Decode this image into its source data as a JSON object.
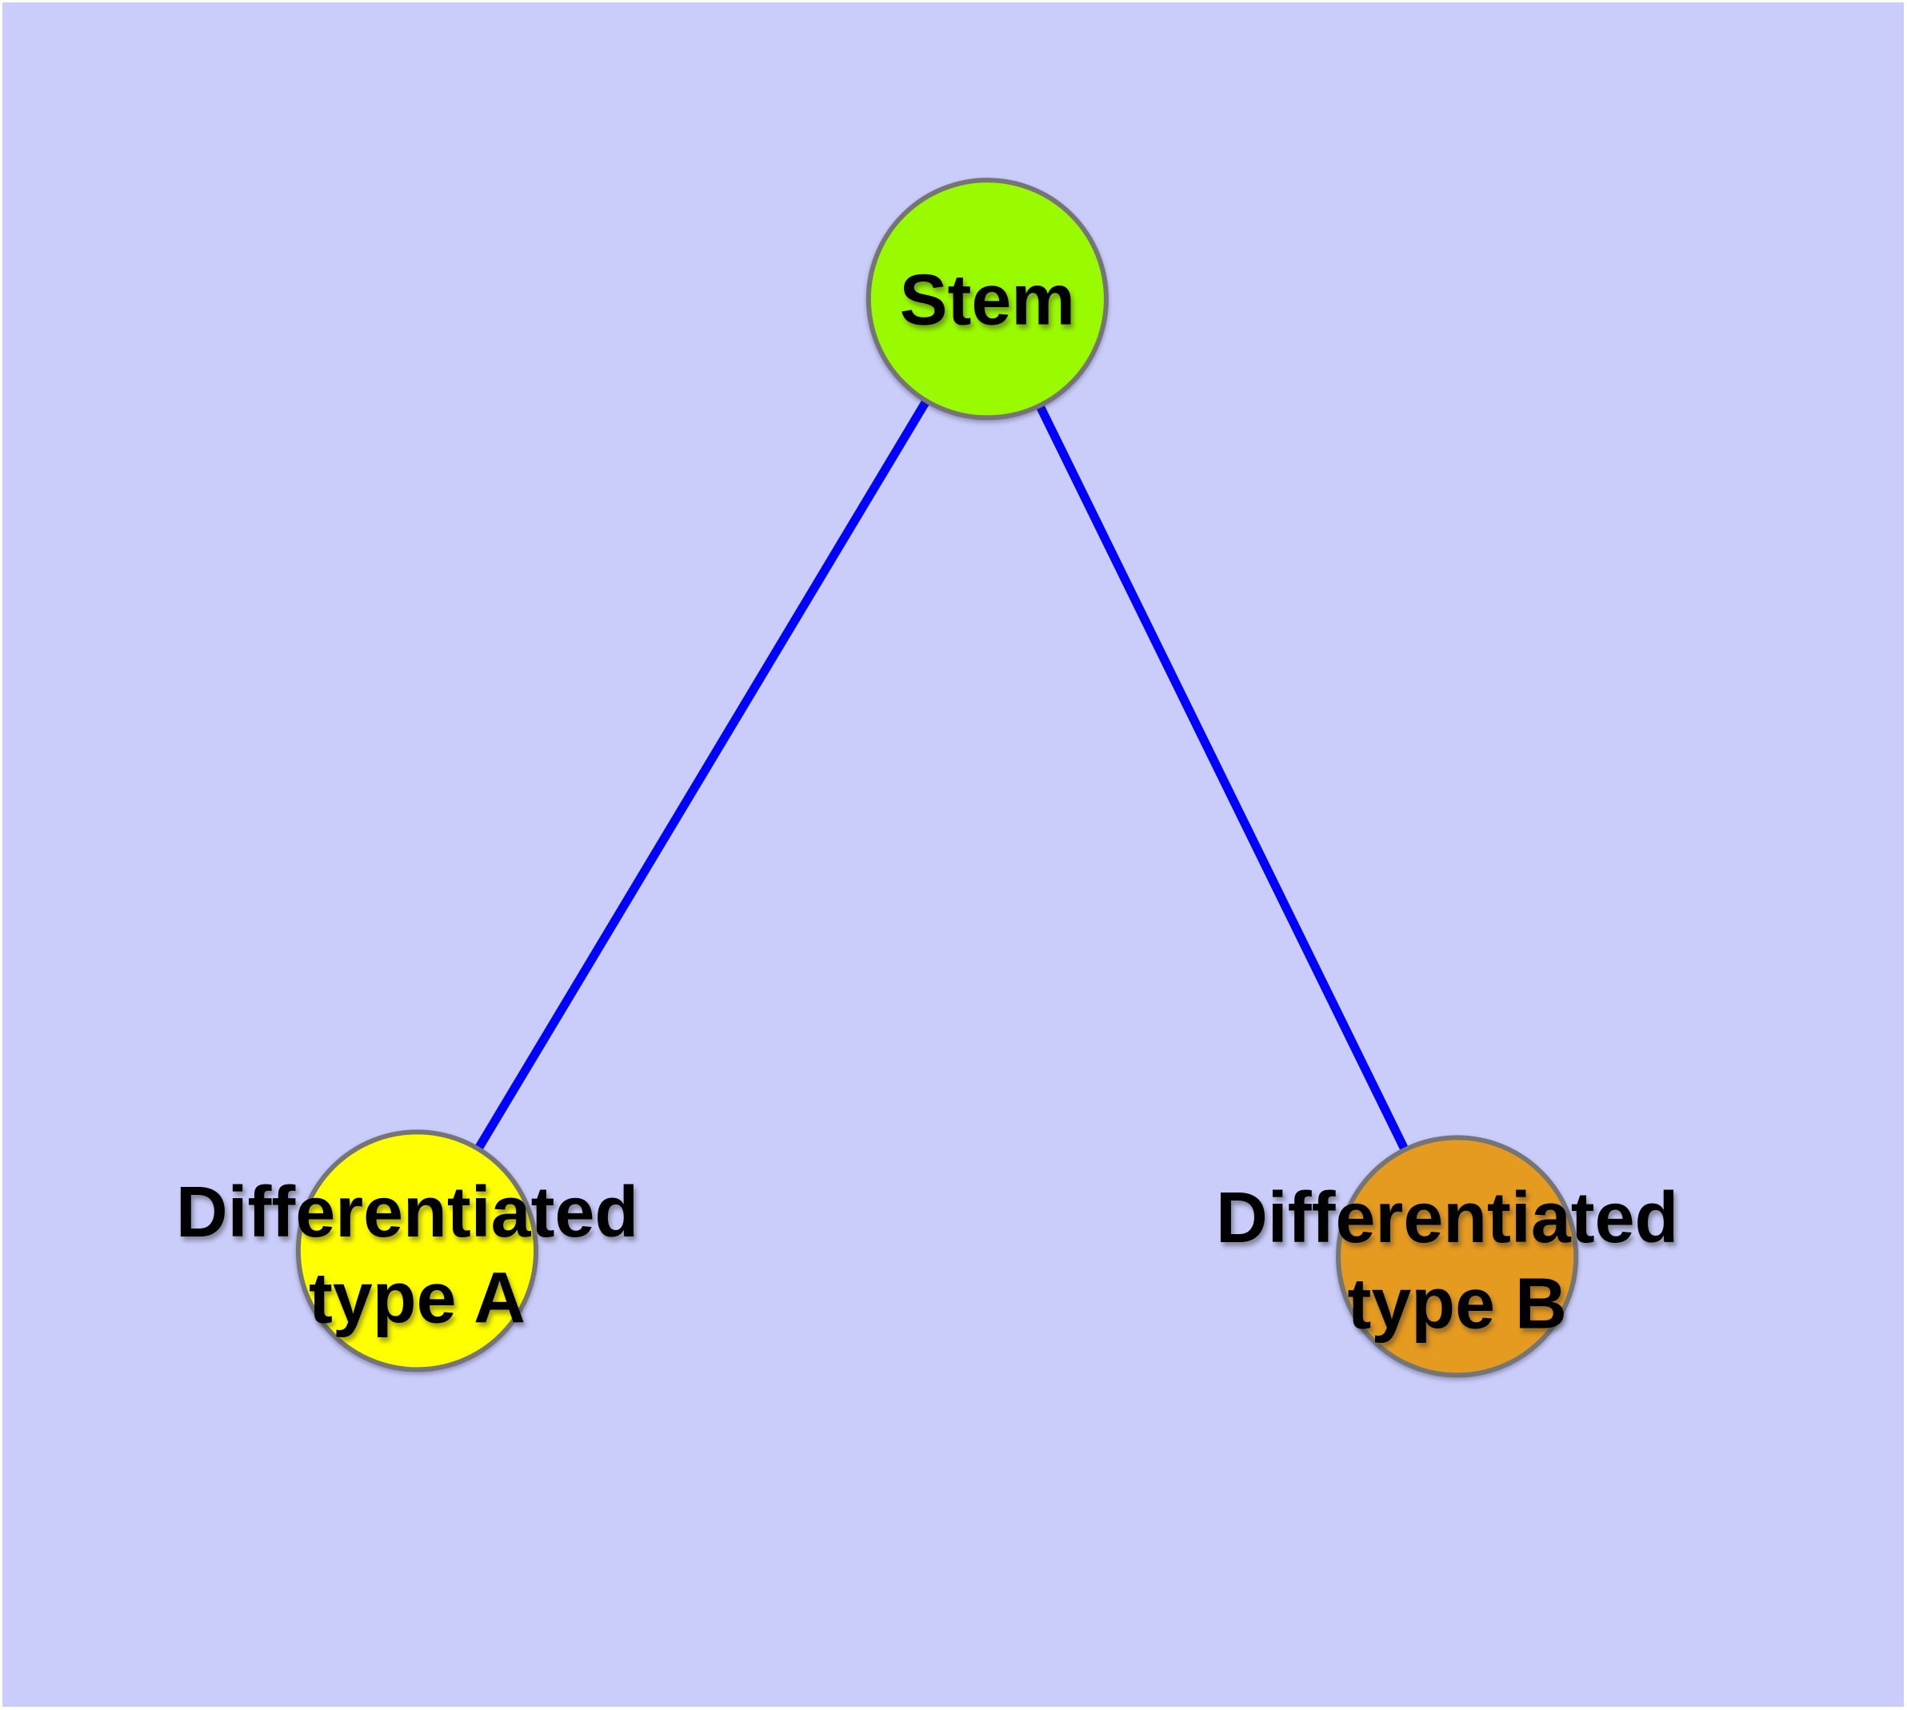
{
  "figure": {
    "background_color": "#CACCFA",
    "page_edge_color": "#FFFFFF",
    "text_color": "#000000"
  },
  "nodes": [
    {
      "id": "stem",
      "label": "Stem",
      "fill": "#9AFA00",
      "stroke": "#757575"
    },
    {
      "id": "differentiated-type-a",
      "label": "Differentiated type A",
      "label_line1": "Differentiated",
      "label_line2": "type A",
      "fill": "#FFFF00",
      "stroke": "#757575"
    },
    {
      "id": "differentiated-type-b",
      "label": "Differentiated type B",
      "label_line1": "Differentiated",
      "label_line2": "type B",
      "fill": "#E59A20",
      "stroke": "#757575"
    }
  ],
  "edges": [
    {
      "from": "stem",
      "to": "differentiated-type-a",
      "color": "#0000FF"
    },
    {
      "from": "stem",
      "to": "differentiated-type-b",
      "color": "#0000FF"
    }
  ]
}
